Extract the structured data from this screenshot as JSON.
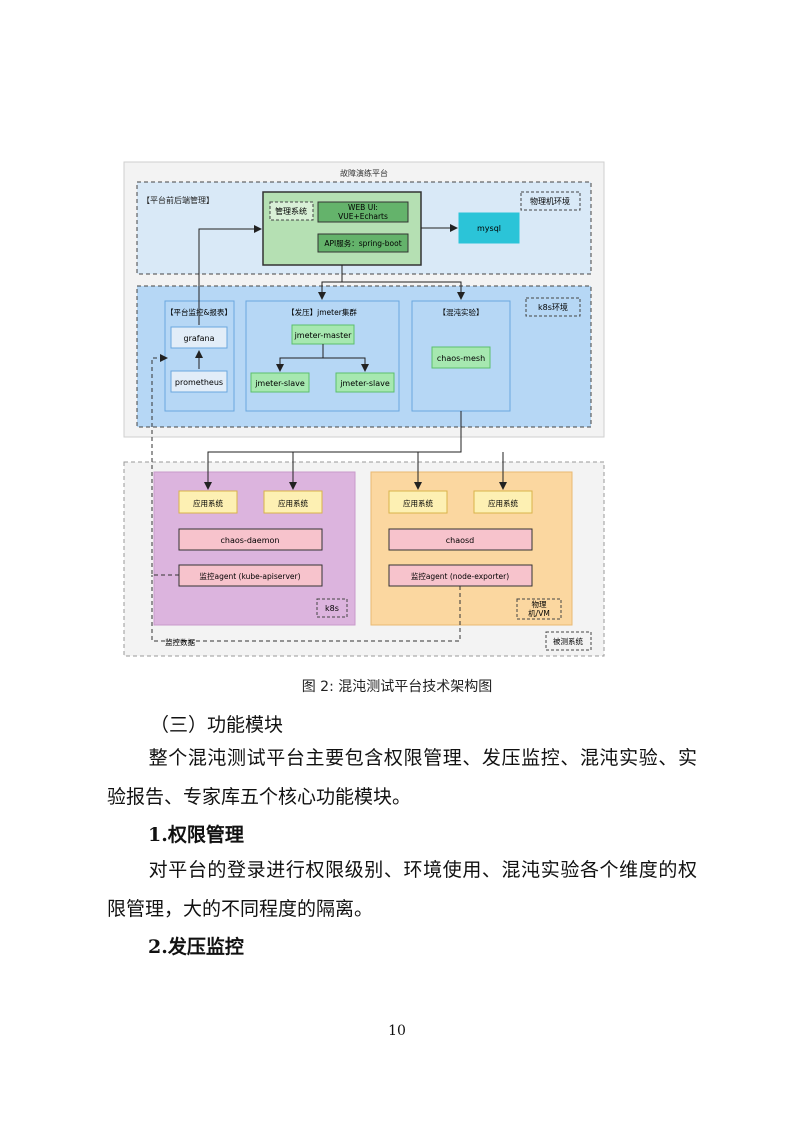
{
  "diagram": {
    "title": "故障演练平台",
    "zones": {
      "frontend": "【平台前后端管理】",
      "physical_env": "物理机环境",
      "k8s_env": "k8s环境",
      "monitor_report": "【平台监控&报表】",
      "jmeter_cluster": "【发压】jmeter集群",
      "chaos_experiment": "【混沌实验】",
      "k8s": "k8s",
      "physical_vm": [
        "物理",
        "机/VM"
      ],
      "target_system": "被测系统"
    },
    "nodes": {
      "manage_system": "管理系统",
      "web_ui": [
        "WEB UI:",
        "VUE+Echarts"
      ],
      "api_service": "API服务：spring-boot",
      "mysql": "mysql",
      "grafana": "grafana",
      "prometheus": "prometheus",
      "jmeter_master": "jmeter-master",
      "jmeter_slave_1": "jmeter-slave",
      "jmeter_slave_2": "jmeter-slave",
      "chaos_mesh": "chaos-mesh",
      "app_system_1": "应用系统",
      "app_system_2": "应用系统",
      "app_system_3": "应用系统",
      "app_system_4": "应用系统",
      "chaos_daemon": "chaos-daemon",
      "chaosd": "chaosd",
      "agent_k8s": "监控agent (kube-apiserver)",
      "agent_node": "监控agent (node-exporter)"
    },
    "monitor_data": "监控数据"
  },
  "caption": "图 2:  混沌测试平台技术架构图",
  "section_heading": "（三）功能模块",
  "paragraph_1": "整个混沌测试平台主要包含权限管理、发压监控、混沌实验、实验报告、专家库五个核心功能模块。",
  "heading_1": "1.权限管理",
  "paragraph_2": "对平台的登录进行权限级别、环境使用、混沌实验各个维度的权限管理，大的不同程度的隔离。",
  "heading_2": "2.发压监控",
  "page_number": "10",
  "colors": {
    "frontend_zone": "#d9e9f7",
    "k8s_zone": "#b6d7f5",
    "green_box": "#8fd19e",
    "mysql": "#2bc4d8",
    "k8s_target": "#dcb4de",
    "vm_target": "#fbd7a0",
    "app_box": "#fdf0b3",
    "pink_box": "#f7c3cc"
  }
}
